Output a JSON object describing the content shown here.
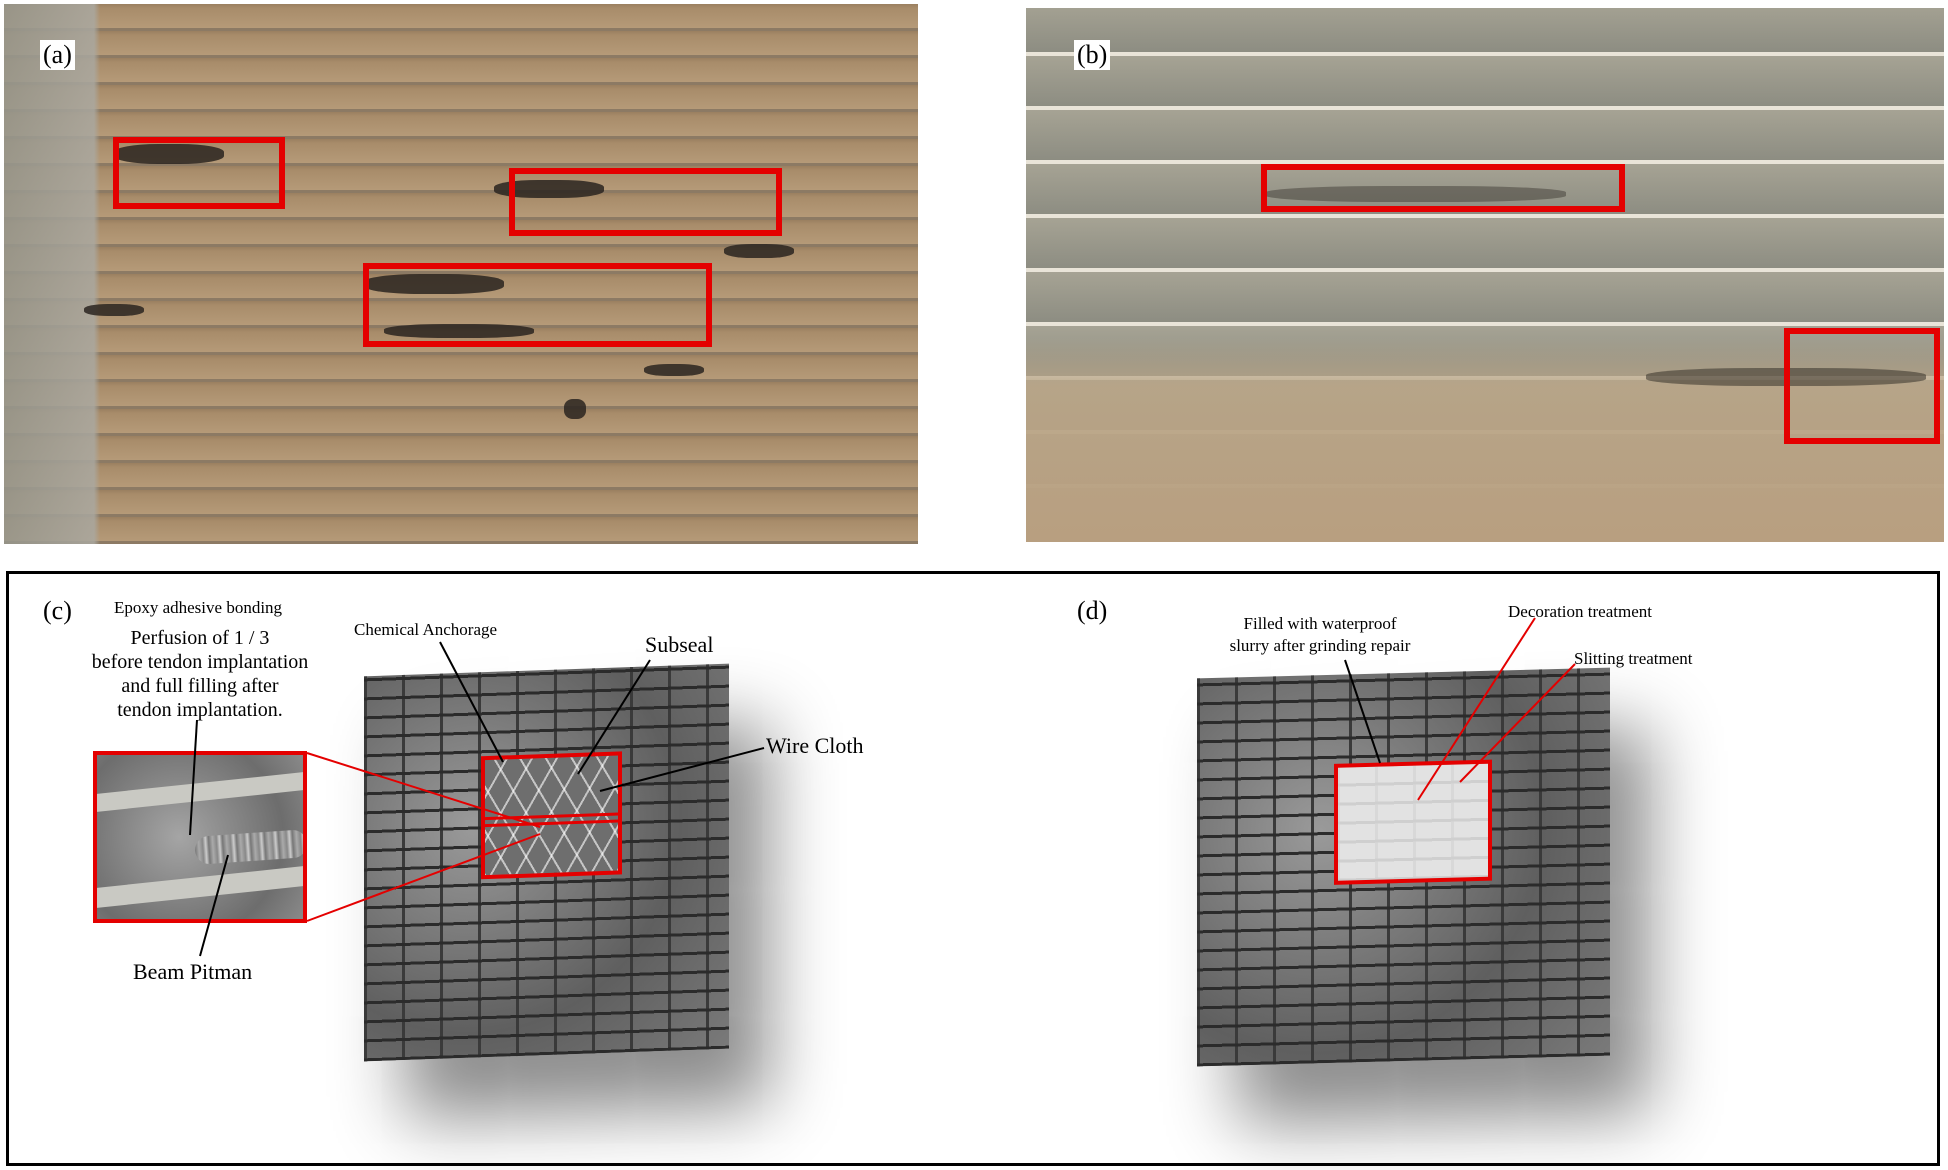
{
  "panels": {
    "a": {
      "label": "(a)"
    },
    "b": {
      "label": "(b)"
    },
    "c": {
      "label": "(c)",
      "epoxy_title": "Epoxy adhesive bonding",
      "perfusion_line1": "Perfusion of 1 / 3",
      "perfusion_line2": "before tendon implantation",
      "perfusion_line3": "and full filling after",
      "perfusion_line4": "tendon implantation.",
      "chemical_anchorage": "Chemical Anchorage",
      "subseal": "Subseal",
      "wire_cloth": "Wire Cloth",
      "beam_pitman": "Beam Pitman"
    },
    "d": {
      "label": "(d)",
      "filled_line1": "Filled with waterproof",
      "filled_line2": "slurry after grinding repair",
      "decoration": "Decoration treatment",
      "slitting": "Slitting treatment"
    }
  },
  "colors": {
    "highlight": "#e40000",
    "frame": "#000000"
  }
}
